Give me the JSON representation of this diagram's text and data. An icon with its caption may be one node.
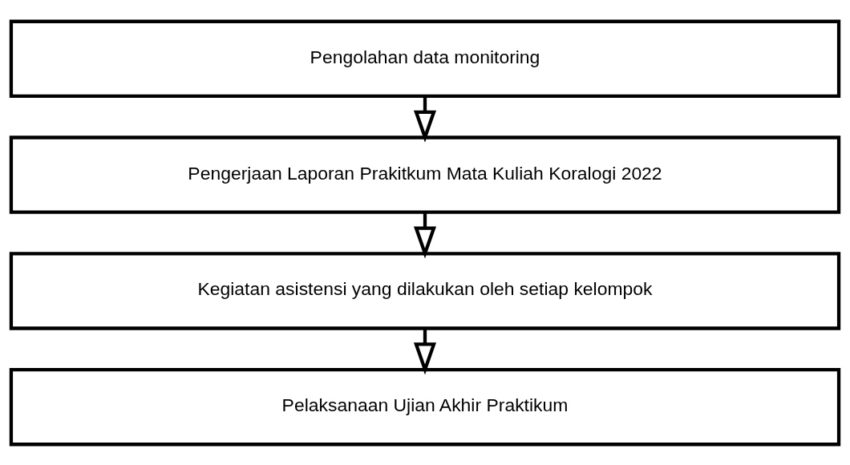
{
  "diagram": {
    "nodes": [
      {
        "text": [
          "Pengolahan data monitoring"
        ]
      },
      {
        "text": [
          "Pengerjaan Laporan Prakitkum Mata Kuliah Koralogi 2022"
        ]
      },
      {
        "text": [
          "Kegiatan asistensi yang dilakukan oleh setiap kelompok"
        ]
      },
      {
        "text": [
          "Pelaksanaan Ujian Akhir Praktikum"
        ]
      }
    ],
    "edges": [
      {
        "from": 0,
        "to": 1,
        "arrow": "to"
      },
      {
        "from": 1,
        "to": 2,
        "arrow": "to"
      },
      {
        "from": 2,
        "to": 3,
        "arrow": "to"
      }
    ]
  }
}
